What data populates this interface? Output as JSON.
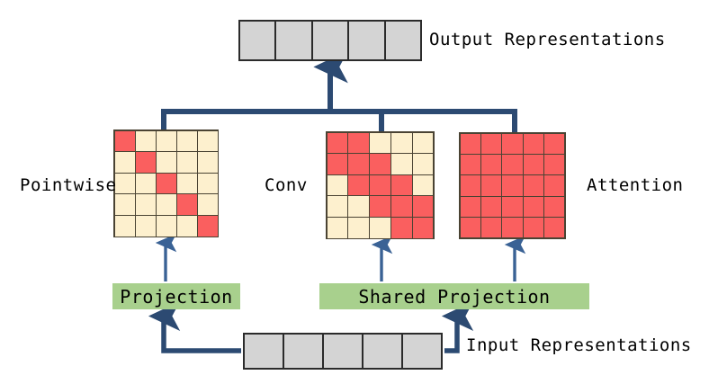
{
  "diagram": {
    "title_hidden": "",
    "colors": {
      "connector": "#2c4a72",
      "connector_thin": "#3a6295",
      "matrix_on": "#fa5f5f",
      "matrix_off": "#fdf0ce",
      "matrix_border": "#4a4333",
      "token_fill": "#d4d4d4",
      "token_border": "#2b2b2b",
      "projection_fill": "#a8d08d",
      "background": "#ffffff",
      "text": "#000000"
    },
    "output": {
      "label": "Output Representations",
      "cells": 5
    },
    "input": {
      "label": "Input Representations",
      "cells": 5
    },
    "projections": [
      {
        "id": "projection",
        "label": "Projection"
      },
      {
        "id": "shared-projection",
        "label": "Shared Projection"
      }
    ],
    "matrices": [
      {
        "id": "pointwise",
        "label": "Pointwise",
        "rows": 5,
        "cols": 5,
        "pattern_name": "identity-diagonal",
        "mask": [
          [
            1,
            0,
            0,
            0,
            0
          ],
          [
            0,
            1,
            0,
            0,
            0
          ],
          [
            0,
            0,
            1,
            0,
            0
          ],
          [
            0,
            0,
            0,
            1,
            0
          ],
          [
            0,
            0,
            0,
            0,
            1
          ]
        ]
      },
      {
        "id": "conv",
        "label": "Conv",
        "rows": 5,
        "cols": 5,
        "pattern_name": "banded-tridiagonal",
        "mask": [
          [
            1,
            1,
            0,
            0,
            0
          ],
          [
            1,
            1,
            1,
            0,
            0
          ],
          [
            0,
            1,
            1,
            1,
            0
          ],
          [
            0,
            0,
            1,
            1,
            1
          ],
          [
            0,
            0,
            0,
            1,
            1
          ]
        ]
      },
      {
        "id": "attention",
        "label": "Attention",
        "rows": 5,
        "cols": 5,
        "pattern_name": "full-dense",
        "mask": [
          [
            1,
            1,
            1,
            1,
            1
          ],
          [
            1,
            1,
            1,
            1,
            1
          ],
          [
            1,
            1,
            1,
            1,
            1
          ],
          [
            1,
            1,
            1,
            1,
            1
          ],
          [
            1,
            1,
            1,
            1,
            1
          ]
        ]
      }
    ]
  }
}
